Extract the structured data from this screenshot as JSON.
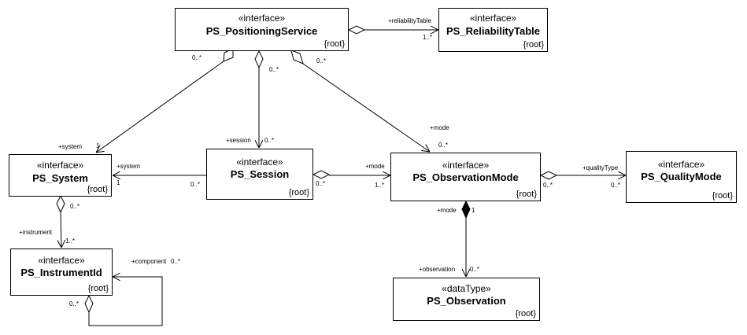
{
  "classes": {
    "positioning_service": {
      "stereotype": "«interface»",
      "name": "PS_PositioningService",
      "tag": "{root}"
    },
    "reliability_table": {
      "stereotype": "«interface»",
      "name": "PS_ReliabilityTable",
      "tag": "{root}"
    },
    "system": {
      "stereotype": "«interface»",
      "name": "PS_System",
      "tag": "{root}"
    },
    "session": {
      "stereotype": "«interface»",
      "name": "PS_Session",
      "tag": "{root}"
    },
    "observation_mode": {
      "stereotype": "«interface»",
      "name": "PS_ObservationMode",
      "tag": "{root}"
    },
    "quality_mode": {
      "stereotype": "«interface»",
      "name": "PS_QualityMode",
      "tag": "{root}"
    },
    "instrument_id": {
      "stereotype": "«interface»",
      "name": "PS_InstrumentId",
      "tag": "{root}"
    },
    "observation": {
      "stereotype": "«dataType»",
      "name": "PS_Observation",
      "tag": "{root}"
    }
  },
  "associations": {
    "reliability": {
      "role": "+reliabilityTable",
      "target_mult": "1..*"
    },
    "service_system": {
      "source_mult": "0..*",
      "role": "+system",
      "target_mult": "1"
    },
    "service_session": {
      "source_mult": "0..*",
      "role": "+session",
      "target_mult": "0..*"
    },
    "service_mode": {
      "source_mult": "0..*",
      "role": "+mode",
      "target_mult": "0..*"
    },
    "session_system": {
      "role": "+system",
      "target_mult": "1",
      "source_mult": "0..*"
    },
    "session_mode": {
      "source_mult": "0..*",
      "role": "+mode",
      "target_mult": "1..*"
    },
    "mode_quality": {
      "source_mult": "0..*",
      "role": "+qualityType",
      "target_mult": "0..*"
    },
    "mode_observation": {
      "role": "+mode",
      "source_mult": "1",
      "role2": "+observation",
      "target_mult": "0..*"
    },
    "system_instrument": {
      "source_mult": "0..*",
      "role": "+instrument",
      "target_mult": "1..*"
    },
    "instrument_component": {
      "role": "+component",
      "target_mult": "0..*",
      "source_mult": "0..*"
    }
  }
}
